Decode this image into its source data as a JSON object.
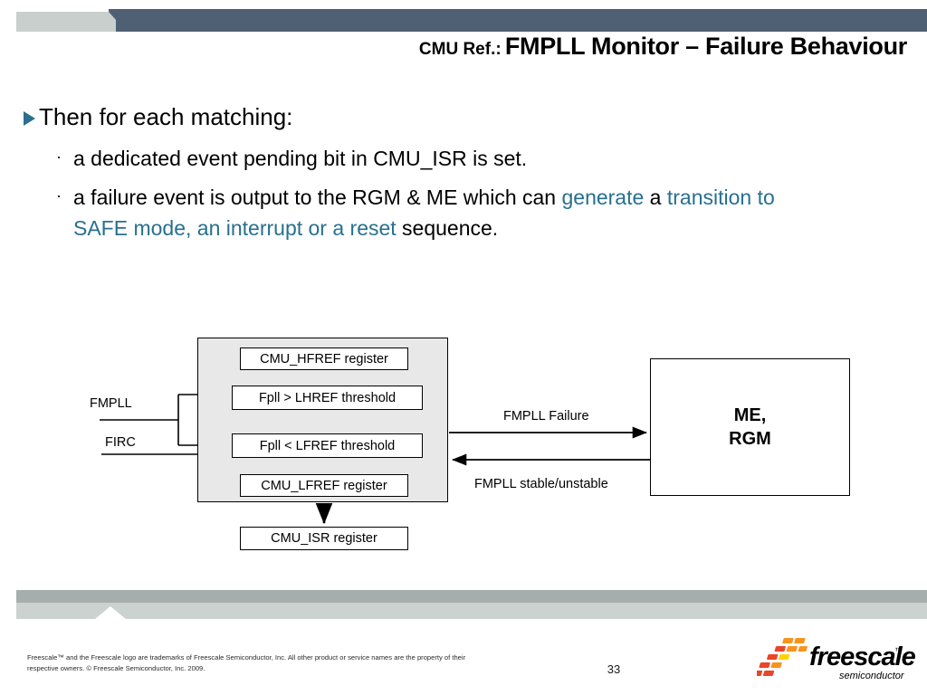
{
  "header": {
    "title_prefix": "CMU Ref.:",
    "title_main": "FMPLL Monitor – Failure Behaviour",
    "dark_bar_color": "#4f6074",
    "light_tab_color": "#c9cfcd"
  },
  "content": {
    "accent_color": "#27708f",
    "bullet_level1": "Then for each matching:",
    "bullet_marker_1": "▶",
    "bullet_marker_2": "·",
    "bullets": [
      {
        "text_plain": "a dedicated event pending bit in CMU_ISR is set.",
        "segments": [
          {
            "text": "a dedicated event pending bit in CMU_ISR is set.",
            "accent": false
          }
        ]
      },
      {
        "text_plain": "a failure event is output to the RGM & ME which can generate a transition to SAFE mode, an interrupt or a reset sequence.",
        "segments": [
          {
            "text": "a failure event is output to the RGM & ME which can ",
            "accent": false
          },
          {
            "text": "generate",
            "accent": true
          },
          {
            "text": " a ",
            "accent": false
          },
          {
            "text": "transition to SAFE mode, an interrupt or a reset",
            "accent": true
          },
          {
            "text": " sequence.",
            "accent": false
          }
        ]
      }
    ]
  },
  "diagram": {
    "panel_fill": "#e8e8e8",
    "inputs": [
      {
        "label": "FMPLL"
      },
      {
        "label": "FIRC"
      }
    ],
    "boxes": {
      "hfref_register": "CMU_HFREF register",
      "high_threshold": "Fpll > LHREF threshold",
      "low_threshold": "Fpll < LFREF threshold",
      "lfref_register": "CMU_LFREF register",
      "isr_register": "CMU_ISR register",
      "target_line1": "ME,",
      "target_line2": "RGM"
    },
    "arrows": [
      {
        "label": "FMPLL Failure",
        "direction": "right"
      },
      {
        "label": "FMPLL stable/unstable",
        "direction": "left"
      }
    ]
  },
  "footer": {
    "copyright": "Freescale™ and the Freescale logo are trademarks of Freescale Semiconductor, Inc. All other product or service names are the property of their respective owners. © Freescale Semiconductor, Inc. 2009.",
    "page_number": "33",
    "logo_text": "freescale",
    "logo_tm": "™",
    "logo_sub": "semiconductor",
    "bar_dark_color": "#a6adad",
    "bar_light_color": "#ccd2d0"
  }
}
